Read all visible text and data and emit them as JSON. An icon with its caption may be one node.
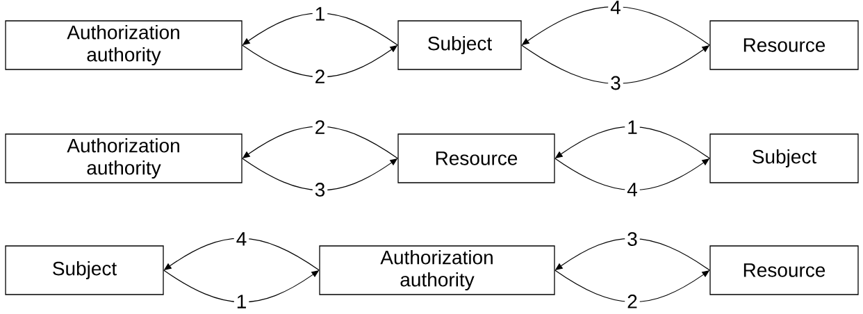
{
  "diagram": {
    "nodes": [
      {
        "text": [
          "Authorization authority"
        ]
      },
      {
        "text": [
          "Subject"
        ]
      },
      {
        "text": [
          "Resource"
        ]
      },
      {
        "text": [
          "Authorization authority"
        ]
      },
      {
        "text": [
          "Resource"
        ]
      },
      {
        "text": [
          "Subject"
        ]
      },
      {
        "text": [
          "Subject"
        ]
      },
      {
        "text": [
          "Authorization authority"
        ]
      },
      {
        "text": [
          "Resource"
        ]
      }
    ],
    "edges": [
      {
        "from": 1,
        "to": 0,
        "arrow": "to",
        "label": "1"
      },
      {
        "from": 0,
        "to": 1,
        "arrow": "to",
        "label": "2"
      },
      {
        "from": 2,
        "to": 1,
        "arrow": "to",
        "label": "4"
      },
      {
        "from": 1,
        "to": 2,
        "arrow": "to",
        "label": "3"
      },
      {
        "from": 4,
        "to": 3,
        "arrow": "to",
        "label": "2"
      },
      {
        "from": 3,
        "to": 4,
        "arrow": "to",
        "label": "3"
      },
      {
        "from": 5,
        "to": 4,
        "arrow": "to",
        "label": "1"
      },
      {
        "from": 4,
        "to": 5,
        "arrow": "to",
        "label": "4"
      },
      {
        "from": 7,
        "to": 6,
        "arrow": "to",
        "label": "4"
      },
      {
        "from": 6,
        "to": 7,
        "arrow": "to",
        "label": "1"
      },
      {
        "from": 8,
        "to": 7,
        "arrow": "to",
        "label": "3"
      },
      {
        "from": 7,
        "to": 8,
        "arrow": "to",
        "label": "2"
      }
    ]
  }
}
